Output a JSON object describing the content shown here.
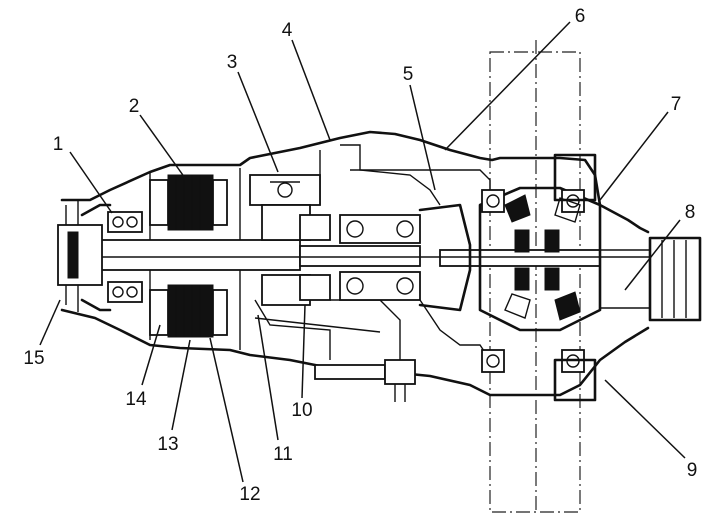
{
  "diagram": {
    "callouts": [
      {
        "id": 1,
        "label": "1"
      },
      {
        "id": 2,
        "label": "2"
      },
      {
        "id": 3,
        "label": "3"
      },
      {
        "id": 4,
        "label": "4"
      },
      {
        "id": 5,
        "label": "5"
      },
      {
        "id": 6,
        "label": "6"
      },
      {
        "id": 7,
        "label": "7"
      },
      {
        "id": 8,
        "label": "8"
      },
      {
        "id": 9,
        "label": "9"
      },
      {
        "id": 10,
        "label": "10"
      },
      {
        "id": 11,
        "label": "11"
      },
      {
        "id": 12,
        "label": "12"
      },
      {
        "id": 13,
        "label": "13"
      },
      {
        "id": 14,
        "label": "14"
      },
      {
        "id": 15,
        "label": "15"
      }
    ],
    "line_color": "#111111",
    "background": "#ffffff"
  }
}
